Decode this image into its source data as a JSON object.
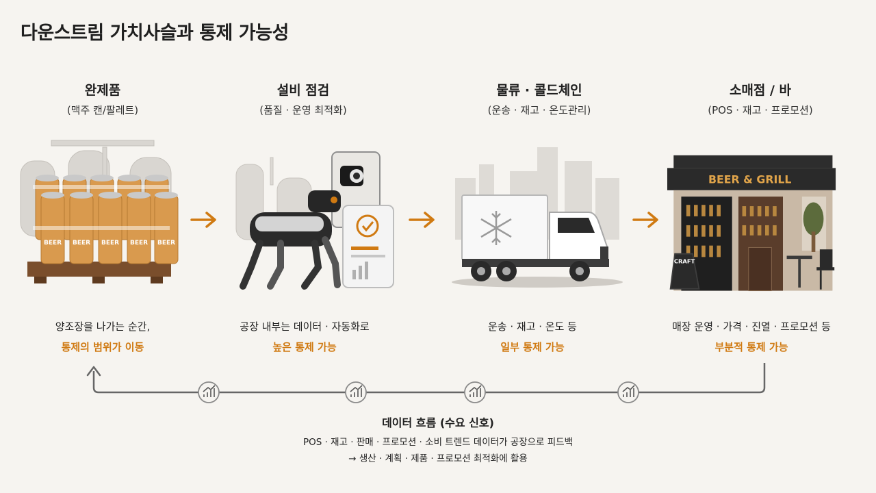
{
  "title": "다운스트림 가치사슬과 통제 가능성",
  "stages": [
    {
      "name": "완제품",
      "sub": "(맥주 캔/팔레트)",
      "cap1": "양조장을 나가는 순간,",
      "cap2": "통제의 범위가 이동",
      "can_label": "BEER"
    },
    {
      "name": "설비 점검",
      "sub": "(품질 · 운영 최적화)",
      "cap1": "공장 내부는 데이터 · 자동화로",
      "cap2": "높은 통제 가능"
    },
    {
      "name": "물류 · 콜드체인",
      "sub": "(운송 · 재고 · 온도관리)",
      "cap1": "운송 · 재고 · 온도 등",
      "cap2": "일부 통제 가능"
    },
    {
      "name": "소매점 / 바",
      "sub": "(POS · 재고 · 프로모션)",
      "cap1": "매장 운영 · 가격 · 진열 · 프로모션 등",
      "cap2": "부분적 통제 가능",
      "sign": "BEER & GRILL",
      "board": "CRAFT"
    }
  ],
  "flow": {
    "title": "데이터 흐름 (수요 신호)",
    "line1": "POS · 재고 · 판매 · 프로모션 · 소비 트렌드 데이터가 공장으로 피드백",
    "line2": "→ 생산 · 계획 · 제품 · 프로모션 최적화에 활용"
  },
  "icons": [
    "arrow-right-icon",
    "chart-up-icon",
    "snowflake-icon",
    "checkmark-icon",
    "wheat-icon"
  ],
  "colors": {
    "accent": "#d07a12",
    "loop": "#666666",
    "background": "#f6f4f0"
  }
}
